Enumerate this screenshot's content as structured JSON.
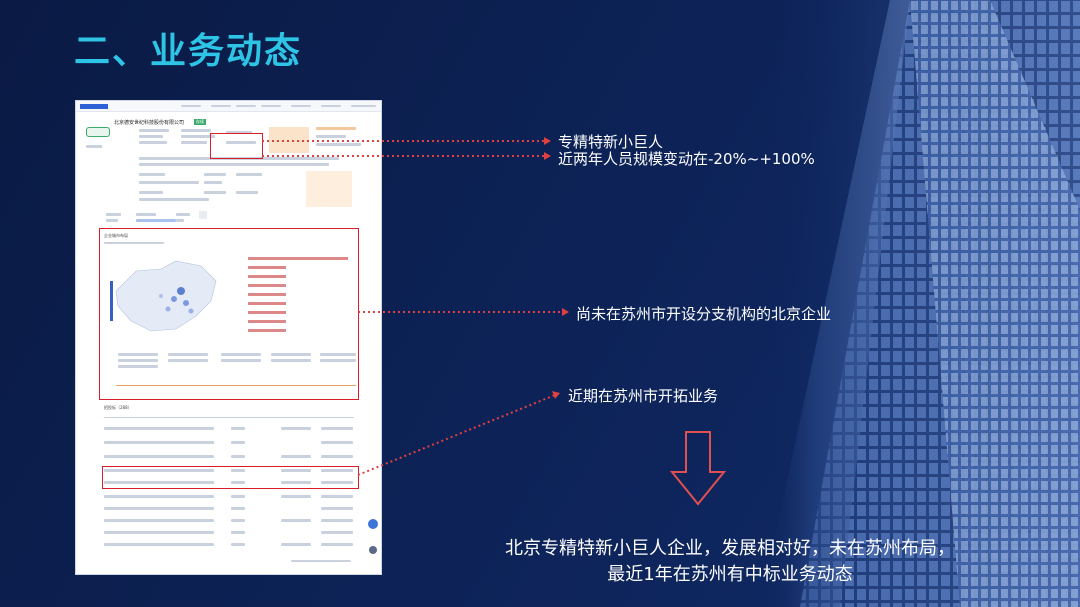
{
  "title": "二、业务动态",
  "annotations": [
    "专精特新小巨人",
    "近两年人员规模变动在-20%~+100%",
    "尚未在苏州市开设分支机构的北京企业",
    "近期在苏州市开拓业务"
  ],
  "conclusion": {
    "line1": "北京专精特新小巨人企业，发展相对好，未在苏州布局，",
    "line2": "最近1年在苏州有中标业务动态"
  },
  "screenshot": {
    "company_name": "北京德安世纪科技股份有限公司",
    "tag": "存续",
    "map_section_title": "企业城市布局",
    "bids_title": "招投标（288）"
  },
  "colors": {
    "title": "#2ec4e6",
    "accent_red": "#d91e2a",
    "background": "#0b1d4a"
  }
}
